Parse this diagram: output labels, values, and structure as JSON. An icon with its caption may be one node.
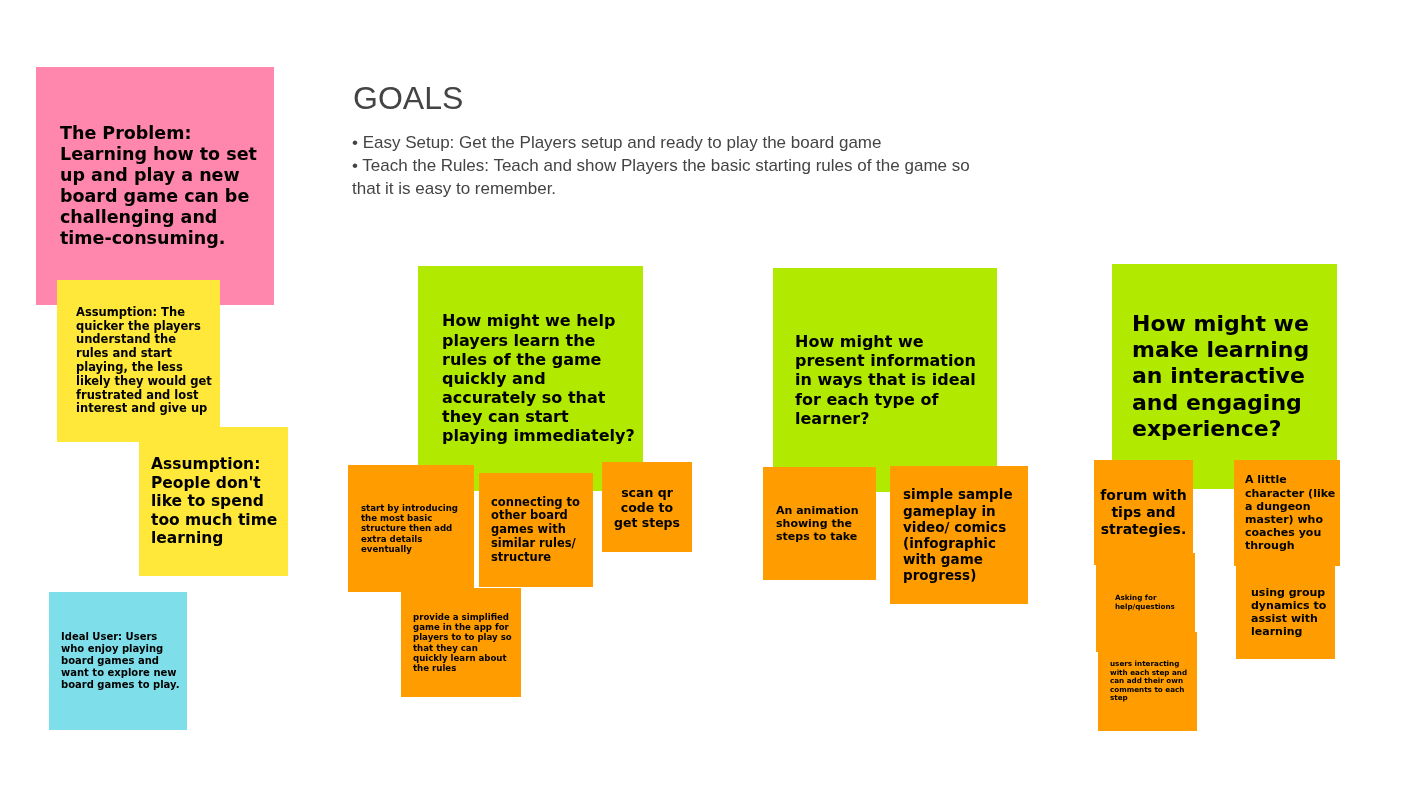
{
  "diagram": {
    "title": "GOALS",
    "nodes": [
      {
        "text": [
          "The Problem: Learning how to set up and play a new board game can be challenging and time-consuming."
        ]
      },
      {
        "text": [
          "Assumption: The quicker the players understand the rules and start playing, the less likely they would get frustrated and lost interest and give up"
        ]
      },
      {
        "text": [
          "Assumption: People don't like to spend too much time learning"
        ]
      },
      {
        "text": [
          "Ideal User: Users who enjoy playing board games and want to explore new board games to play."
        ]
      },
      {
        "text": [
          "How might we help players learn the rules of the game quickly and accurately so that they can start playing immediately?"
        ]
      },
      {
        "text": [
          "start by introducing the most basic structure then add extra details eventually"
        ]
      },
      {
        "text": [
          "connecting to other board games with similar rules/ structure"
        ]
      },
      {
        "text": [
          "scan qr code to get steps"
        ]
      },
      {
        "text": [
          "provide a simplified game in the app for players to to play so that they can quickly learn about the rules"
        ]
      },
      {
        "text": [
          "How might we present information in ways that is ideal for each type of learner?"
        ]
      },
      {
        "text": [
          "An animation showing the steps to take"
        ]
      },
      {
        "text": [
          "simple sample gameplay in video/ comics (infographic with game progress)"
        ]
      },
      {
        "text": [
          "How might we make learning an interactive and engaging experience?"
        ]
      },
      {
        "text": [
          "forum with tips and strategies."
        ]
      },
      {
        "text": [
          "A little character (like a dungeon master) who coaches you through"
        ]
      },
      {
        "text": [
          "Asking for help/questions"
        ]
      },
      {
        "text": [
          "using group dynamics to assist with learning"
        ]
      },
      {
        "text": [
          "users interacting with each step and can add their own comments to each step"
        ]
      }
    ],
    "labels": [
      "• Easy Setup: Get the Players setup and ready to play the board game",
      "• Teach the Rules: Teach and show Players the basic starting rules of the game so that it is easy to remember."
    ]
  }
}
